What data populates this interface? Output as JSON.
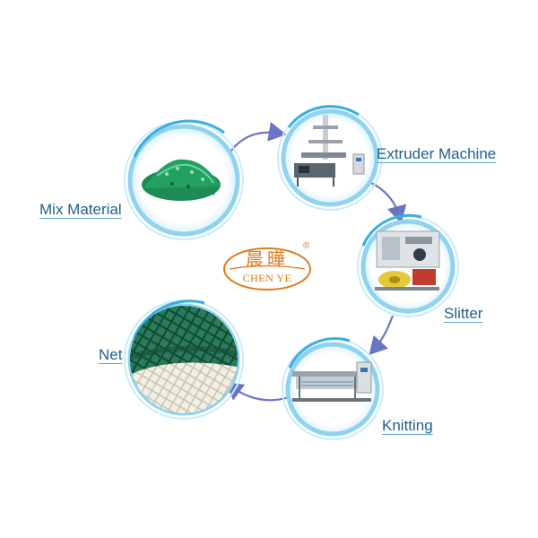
{
  "logo": {
    "chinese": "晨曄",
    "english": "CHEN YE",
    "registered_mark": "®",
    "color": "#e07a1f"
  },
  "steps": [
    {
      "id": "mix",
      "label": "Mix Material"
    },
    {
      "id": "extruder",
      "label": "Extruder Machine"
    },
    {
      "id": "slitter",
      "label": "Slitter"
    },
    {
      "id": "knitting",
      "label": "Knitting"
    },
    {
      "id": "net",
      "label": "Net"
    }
  ],
  "colors": {
    "ring": "#8fd3f0",
    "ring_dark": "#3aaee0",
    "arrow": "#6a75c6",
    "label": "#1f5f8f",
    "pellets": "#1e8a55",
    "net_green": "#1f6b4e"
  }
}
